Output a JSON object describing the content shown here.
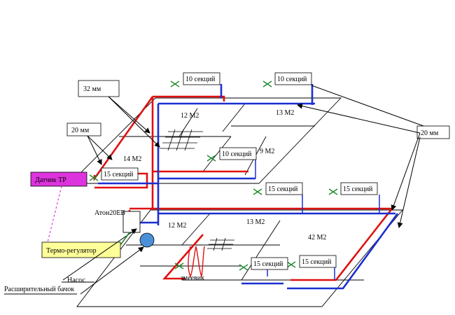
{
  "colors": {
    "supply": "#e01010",
    "return": "#1a2fd0",
    "outline": "#000000",
    "sensor_fill": "#dd33dd",
    "thermostat_fill": "#ffff99",
    "pump_fill": "#4a90d9",
    "valve": "#1a8a2a"
  },
  "labels": {
    "pipe_32": "32 мм",
    "pipe_20_left": "20 мм",
    "pipe_20_right": "20 мм",
    "sensor": "Датчик ТР",
    "thermostat": "Термо-регулятор",
    "boiler": "Атон20ЕВ",
    "pump": "Насос",
    "tank": "Расширительный бачок",
    "coil": "змеевик"
  },
  "rooms": {
    "upper_12": "12 М2",
    "upper_13": "13 М2",
    "upper_14": "14 М2",
    "upper_9": "9 М2",
    "lower_12": "12 М2",
    "lower_13": "13 М2",
    "lower_42": "42 М2"
  },
  "radiators": {
    "r1": "10 секций",
    "r2": "10 секций",
    "r3": "10 секций",
    "r4": "15 секций",
    "r5": "15 секций",
    "r6": "15 секций",
    "r7": "15 секций",
    "r8": "15 секций"
  }
}
